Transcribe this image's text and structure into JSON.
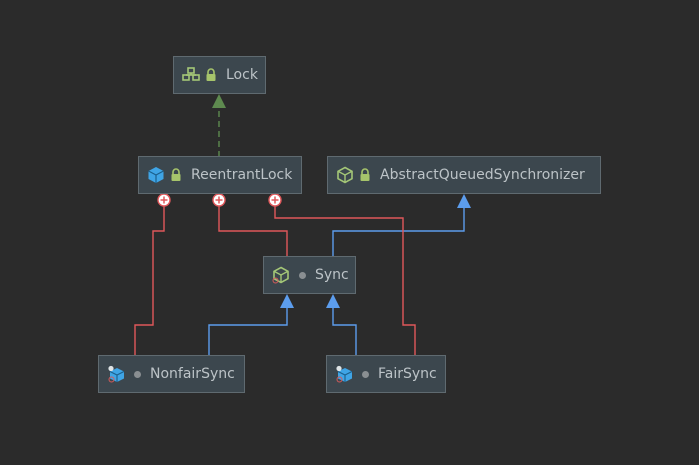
{
  "nodes": {
    "lock": {
      "label": "Lock",
      "icon": "interface-icon",
      "visibility": "public-lock-icon"
    },
    "reentrant": {
      "label": "ReentrantLock",
      "icon": "class-icon",
      "visibility": "public-lock-icon"
    },
    "aqs": {
      "label": "AbstractQueuedSynchronizer",
      "icon": "abstract-class-icon",
      "visibility": "public-lock-icon"
    },
    "sync": {
      "label": "Sync",
      "icon": "abstract-class-icon",
      "visibility": "package-private-dot"
    },
    "nonfair": {
      "label": "NonfairSync",
      "icon": "static-nested-class-icon",
      "visibility": "package-private-dot"
    },
    "fair": {
      "label": "FairSync",
      "icon": "static-nested-class-icon",
      "visibility": "package-private-dot"
    }
  },
  "edges": [
    {
      "from": "ReentrantLock",
      "to": "Lock",
      "kind": "implements",
      "style": "dashed"
    },
    {
      "from": "Sync",
      "to": "AbstractQueuedSynchronizer",
      "kind": "extends",
      "style": "solid"
    },
    {
      "from": "NonfairSync",
      "to": "Sync",
      "kind": "extends",
      "style": "solid"
    },
    {
      "from": "FairSync",
      "to": "Sync",
      "kind": "extends",
      "style": "solid"
    },
    {
      "from": "ReentrantLock",
      "to": "NonfairSync",
      "kind": "inner-class"
    },
    {
      "from": "ReentrantLock",
      "to": "Sync",
      "kind": "inner-class"
    },
    {
      "from": "ReentrantLock",
      "to": "FairSync",
      "kind": "inner-class"
    }
  ],
  "colors": {
    "background": "#2b2b2b",
    "node_fill": "#3c474e",
    "node_border": "#5f6a70",
    "text": "#bcc3c7",
    "implements": "#5e8a4f",
    "extends": "#5c9ded",
    "inner_class": "#e0585b",
    "interface_icon": "#a4c777",
    "class_icon": "#3fa5e6",
    "lock_icon": "#a6c46b"
  }
}
